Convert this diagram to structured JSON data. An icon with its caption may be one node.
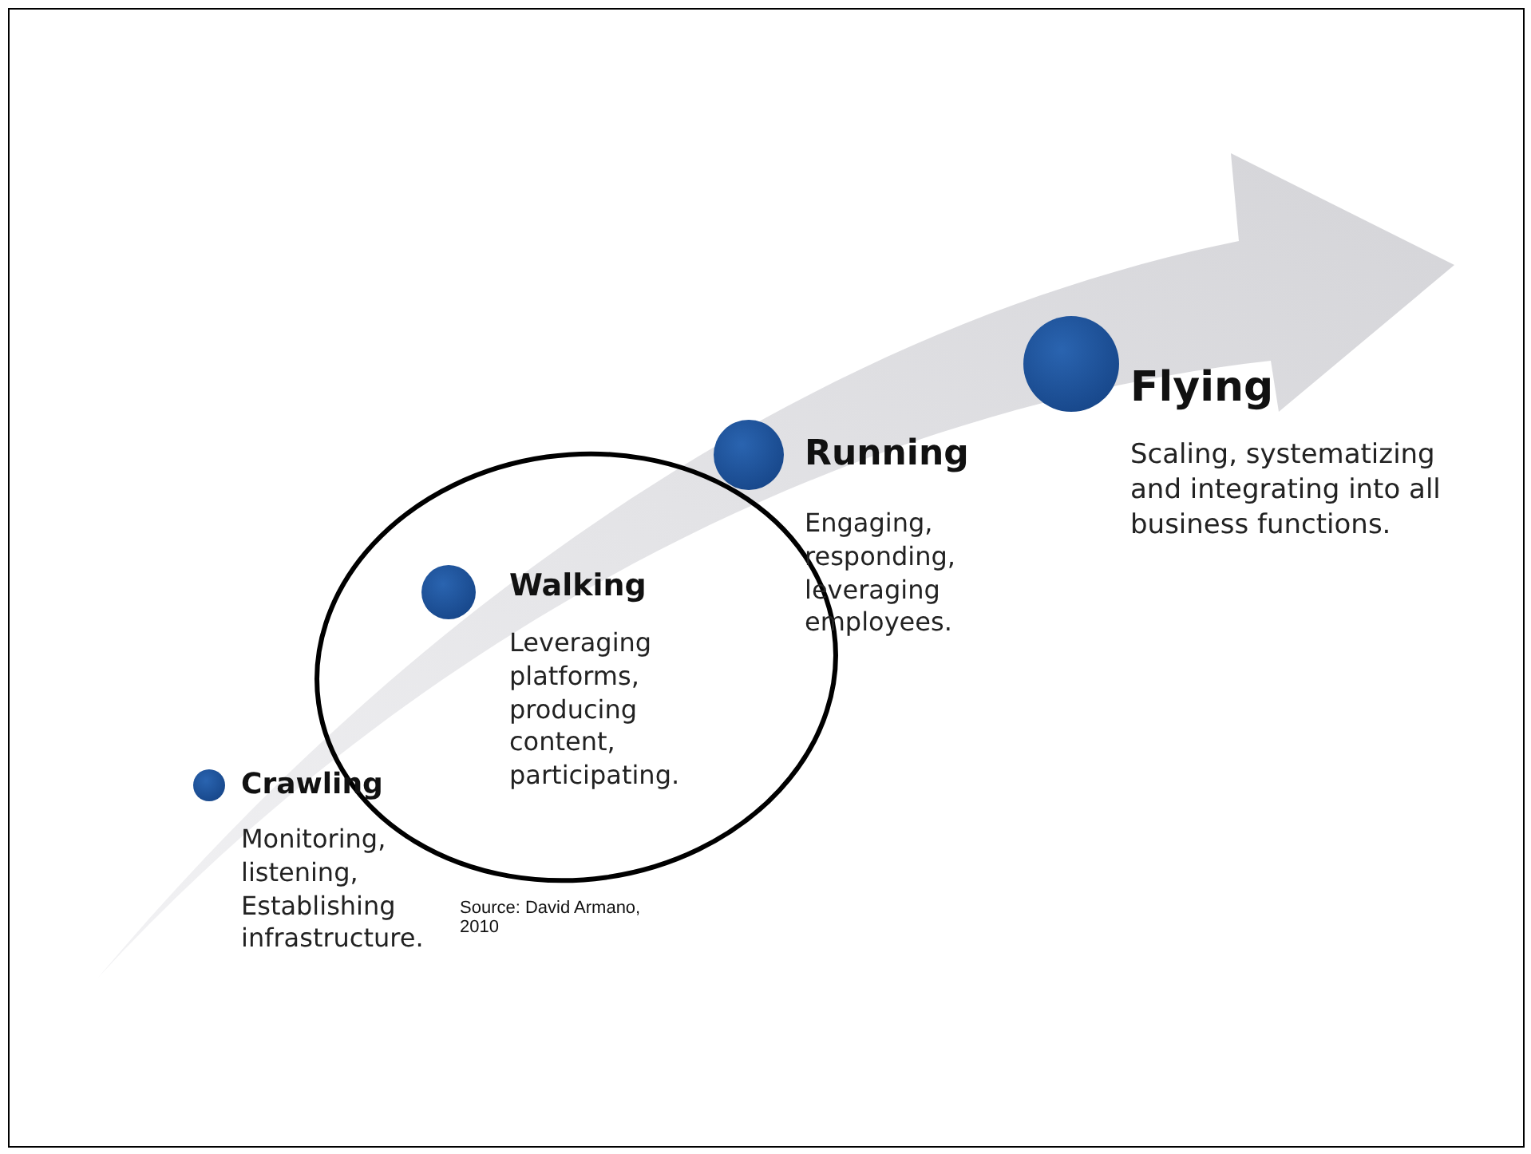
{
  "diagram": {
    "nodes": [
      {
        "text": [
          "Crawling",
          "Monitoring, listening, Establishing infrastructure."
        ]
      },
      {
        "text": [
          "Walking",
          "Leveraging platforms, producing content, participating."
        ]
      },
      {
        "text": [
          "Running",
          "Engaging, responding, leveraging employees."
        ]
      },
      {
        "text": [
          "Flying",
          "Scaling, systematizing and integrating into all business functions."
        ]
      }
    ],
    "edges": [],
    "labels": [
      "Source: David Armano, 2010"
    ]
  }
}
